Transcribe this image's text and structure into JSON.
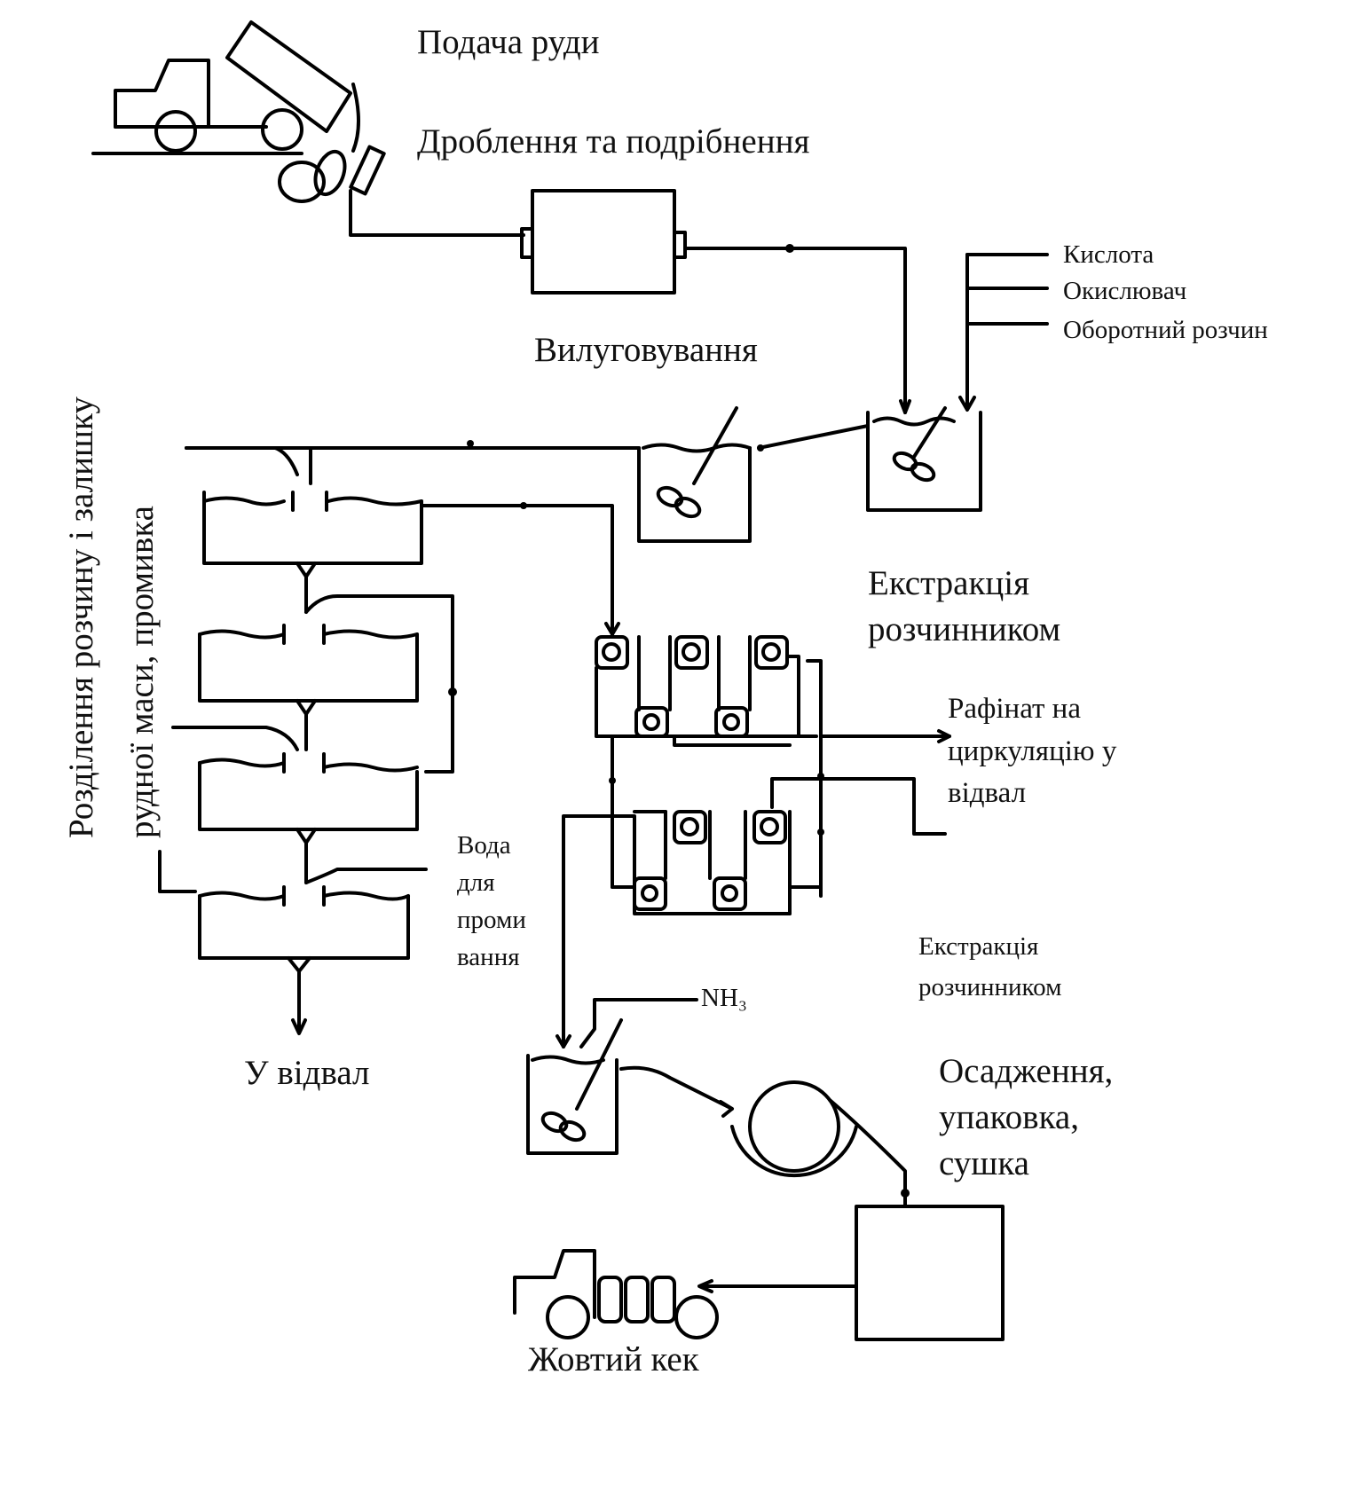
{
  "labels": {
    "ore_feed": "Подача руди",
    "crushing": "Дроблення та подрібнення",
    "leaching": "Вилуговування",
    "acid": "Кислота",
    "oxidizer": "Окислювач",
    "recycled_solution": "Оборотний розчин",
    "separation_line1": "Розділення розчину і залишку",
    "separation_line2": "рудної маси, промивка",
    "solvent_extraction_1_line1": "Екстракція",
    "solvent_extraction_1_line2": "розчинником",
    "raffinate_line1": "Рафінат на",
    "raffinate_line2": "циркуляцію у",
    "raffinate_line3": "відвал",
    "wash_water_line1": "Вода",
    "wash_water_line2": "для",
    "wash_water_line3": "проми",
    "wash_water_line4": "вання",
    "solvent_extraction_2_line1": "Екстракція",
    "solvent_extraction_2_line2": "розчинником",
    "ammonia": "NH₃",
    "to_dump": "У відвал",
    "precipitation_line1": "Осадження,",
    "precipitation_line2": "упаковка,",
    "precipitation_line3": "сушка",
    "yellow_cake": "Жовтий кек"
  }
}
